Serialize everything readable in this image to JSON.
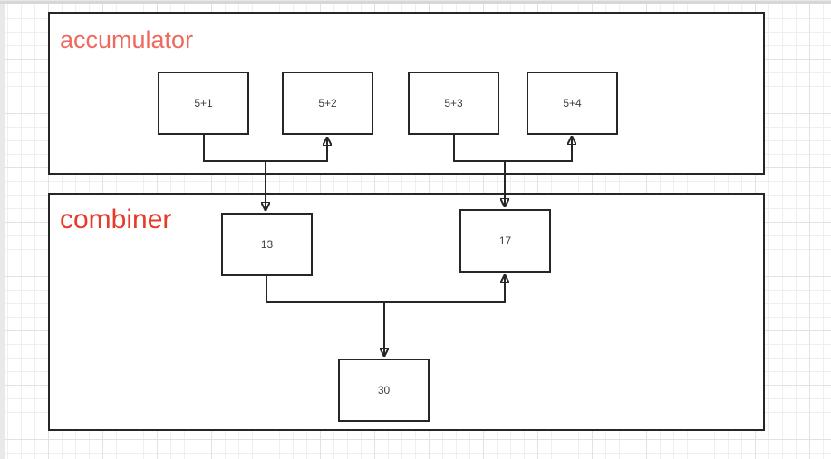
{
  "containers": {
    "accumulator": {
      "label": "accumulator",
      "label_color": "#ee6a5f"
    },
    "combiner": {
      "label": "combiner",
      "label_color": "#e63a2b"
    }
  },
  "nodes": {
    "acc1": {
      "label": "5+1"
    },
    "acc2": {
      "label": "5+2"
    },
    "acc3": {
      "label": "5+3"
    },
    "acc4": {
      "label": "5+4"
    },
    "partial_left": {
      "label": "13"
    },
    "partial_right": {
      "label": "17"
    },
    "total": {
      "label": "30"
    }
  },
  "colors": {
    "stroke": "#262626",
    "node_text": "#404040",
    "grid_minor": "#efefef",
    "grid_major": "#e2e2e2",
    "canvas_bg": "#ffffff"
  }
}
